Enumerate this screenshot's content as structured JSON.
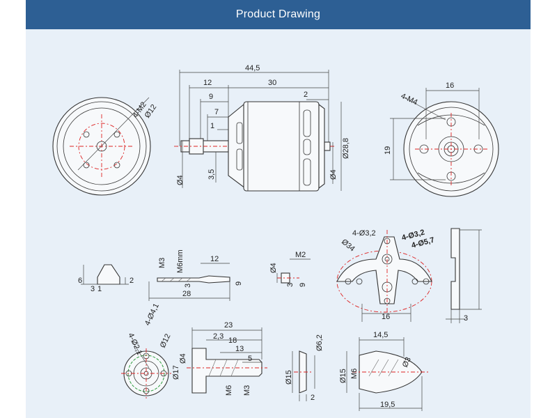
{
  "header": {
    "title": "Product Drawing"
  },
  "colors": {
    "header_bg": "#2d5f94",
    "sheet_bg": "#e8f0f8",
    "centerline": "#d22222"
  },
  "labels": {
    "front_thread": "4-M2",
    "front_dia": "Ø12",
    "side_total": "44,5",
    "side_12": "12",
    "side_30": "30",
    "side_9": "9",
    "side_7": "7",
    "side_1": "1",
    "side_2": "2",
    "side_d4_left": "Ø4",
    "side_3_5": "3,5",
    "side_d4_right": "Ø4",
    "side_d28_8": "Ø28,8",
    "rear_thread": "4-M4",
    "rear_16": "16",
    "rear_19": "19",
    "pin_6": "6",
    "pin_3": "3",
    "pin_1": "1",
    "pin_2": "2",
    "shaft_m3": "M3",
    "shaft_m6": "M6mm",
    "shaft_12": "12",
    "shaft_28": "28",
    "shaft_3": "3",
    "shaft_9": "9",
    "nut_d4": "Ø4",
    "nut_m2": "M2",
    "nut_3": "3",
    "nut_9": "9",
    "mount_d3_2a": "4-Ø3,2",
    "mount_d3_2b": "4-Ø3,2",
    "mount_d5_7": "4-Ø5,7",
    "mount_d34": "Ø34",
    "mount_16": "16",
    "mount_3": "3",
    "adapt_d2_1": "4-Ø2,1",
    "adapt_d4_1": "4-Ø4,1",
    "adapt_d12": "Ø12",
    "adapt_23": "23",
    "adapt_2_3": "2,3",
    "adapt_18": "18",
    "adapt_13": "13",
    "adapt_5": "5",
    "adapt_d4": "Ø4",
    "adapt_d17": "Ø17",
    "adapt_m6": "M6",
    "adapt_m3": "M3",
    "washer_d15": "Ø15",
    "washer_d6_2": "Ø6,2",
    "washer_2": "2",
    "spinner_14_5": "14,5",
    "spinner_d15": "Ø15",
    "spinner_m6": "M6",
    "spinner_d3": "Ø3",
    "spinner_19_5": "19,5"
  }
}
